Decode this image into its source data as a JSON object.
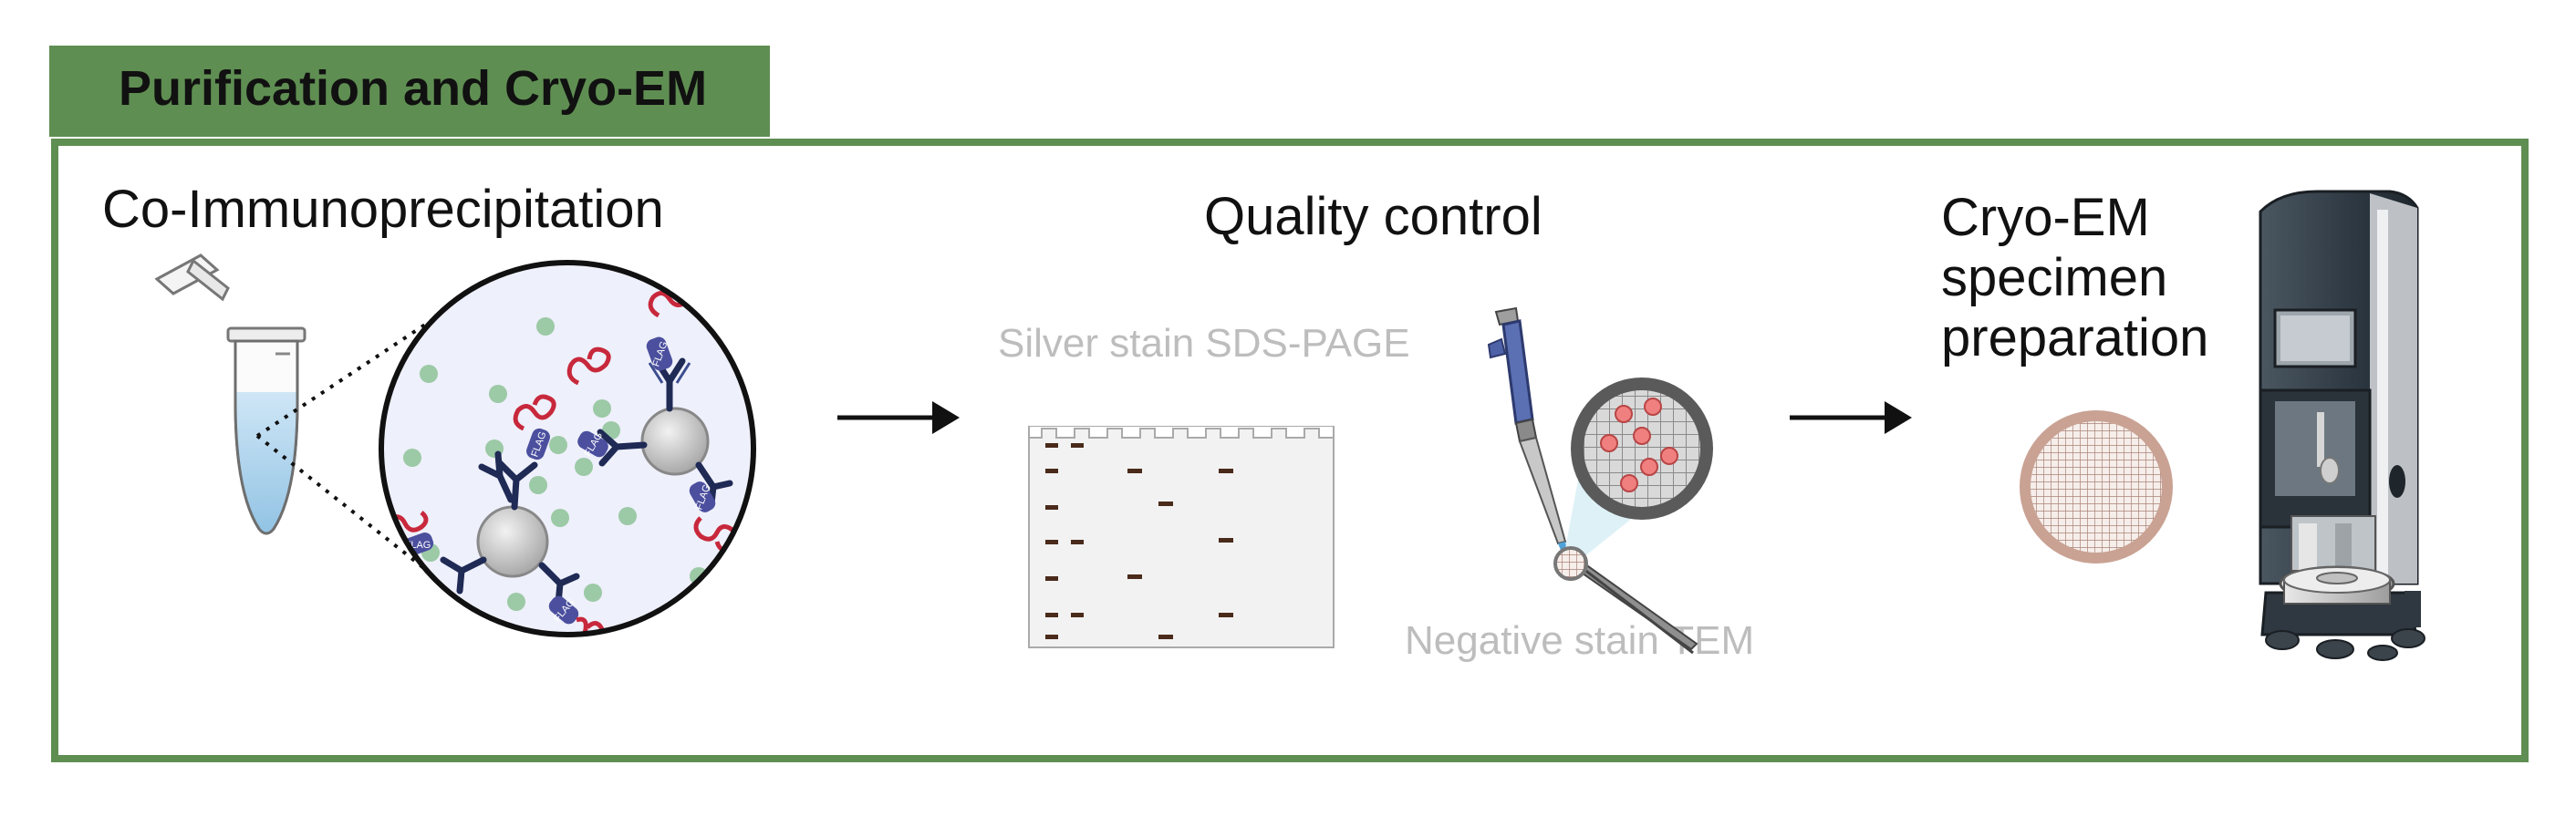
{
  "header": {
    "title": "Purification and Cryo-EM"
  },
  "steps": {
    "coip": {
      "title": "Co-Immunoprecipitation",
      "tag_label": "FLAG"
    },
    "quality": {
      "title": "Quality control",
      "silver_label": "Silver stain SDS-PAGE",
      "negative_label": "Negative stain TEM"
    },
    "cryo": {
      "title_lines": [
        "Cryo-EM",
        "specimen",
        "preparation"
      ]
    }
  },
  "colors": {
    "frame_green": "#5f8e52",
    "antibody_navy": "#1f2a55",
    "flag_purple": "#4b4f9e",
    "protein_red": "#c8283c",
    "bead_gray": "#c9c9c9",
    "particle_green": "#9cc9a6",
    "grid_copper": "#c9a294",
    "gel_band": "#4a2a1a"
  }
}
